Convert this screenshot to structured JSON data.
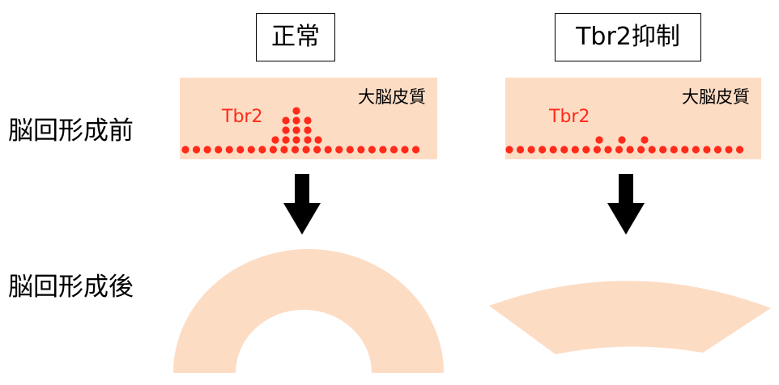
{
  "headers": {
    "normal": "正常",
    "suppressed": "Tbr2抑制"
  },
  "rows": {
    "before": "脳回形成前",
    "after": "脳回形成後"
  },
  "panels": {
    "normal": {
      "cortex_label": "大脳皮質",
      "marker_label": "Tbr2"
    },
    "suppressed": {
      "cortex_label": "大脳皮質",
      "marker_label": "Tbr2"
    }
  },
  "colors": {
    "cortex": "#fddcc4",
    "cell": "#ff2a1a",
    "marker_text": "#ff2a1a",
    "arrow": "#000000"
  },
  "icons": {
    "transition": "arrow-down-icon"
  }
}
